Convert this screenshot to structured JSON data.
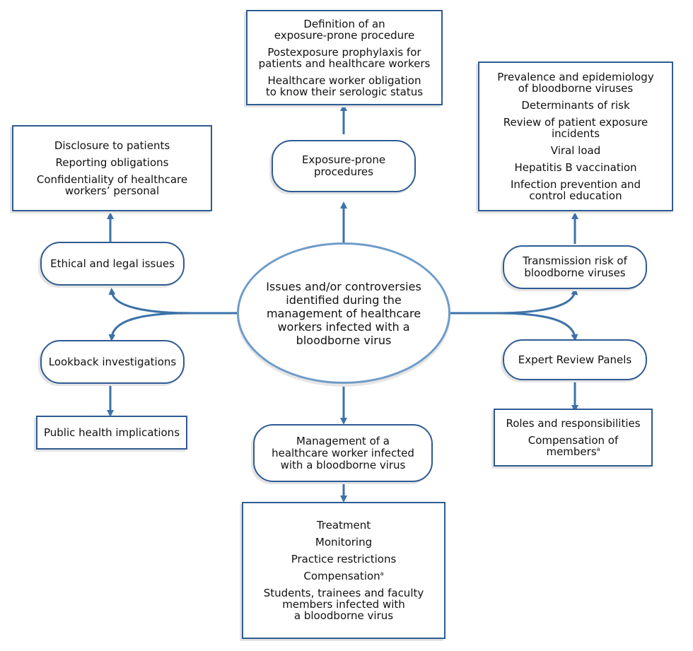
{
  "center": {
    "label": "Issues and/or controversies\nidentified during the\nmanagement of healthcare\nworkers infected with a\nbloodborne virus"
  },
  "branches": {
    "exposure": {
      "node": "Exposure-prone\nprocedures",
      "details": [
        "Definition of an\nexposure-prone procedure",
        "Postexposure prophylaxis for\npatients and healthcare workers",
        "Healthcare worker obligation\nto know their serologic status"
      ]
    },
    "ethical": {
      "node": "Ethical and legal issues",
      "details": [
        "Disclosure to patients",
        "Reporting obligations",
        "Confidentiality of healthcare\nworkers’ personal"
      ]
    },
    "transmission": {
      "node": "Transmission risk of\nbloodborne viruses",
      "details": [
        "Prevalence and epidemiology\nof bloodborne viruses",
        "Determinants of risk",
        "Review of patient exposure\nincidents",
        "Viral load",
        "Hepatitis B vaccination",
        "Infection prevention and\ncontrol education"
      ]
    },
    "lookback": {
      "node": "Lookback investigations",
      "details": [
        "Public health implications"
      ]
    },
    "expert": {
      "node": "Expert Review Panels",
      "details": [
        "Roles and responsibilities",
        "Compensation of\nmembers"
      ],
      "footnote_marker": "a"
    },
    "management": {
      "node": "Management of a\nhealthcare worker infected\nwith a bloodborne virus",
      "details": [
        "Treatment",
        "Monitoring",
        "Practice restrictions",
        "Compensation",
        "Students, trainees and faculty\nmembers infected with\na bloodborne virus"
      ],
      "footnote_marker": "a"
    }
  },
  "colors": {
    "node_border": "#2f5b93",
    "arrow": "#3d72a8",
    "ellipse_border": "#6f9cc8"
  }
}
